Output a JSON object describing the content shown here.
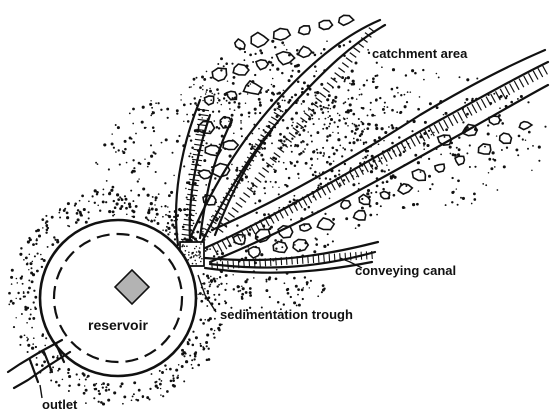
{
  "labels": {
    "catchment_area": "catchment area",
    "conveying_canal": "conveying canal",
    "reservoir": "reservoir",
    "sedimentation_trough": "sedimentation trough",
    "outlet": "outlet"
  },
  "colors": {
    "ink": "#111111",
    "background": "#ffffff",
    "basin_fill": "#b3b3b3"
  }
}
